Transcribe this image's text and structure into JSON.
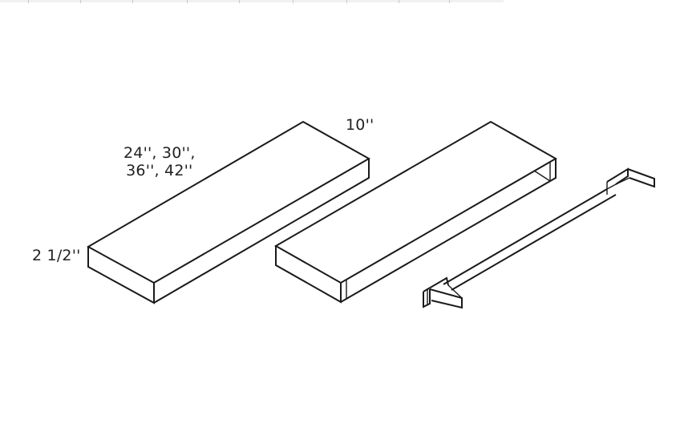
{
  "diagram": {
    "type": "isometric product line drawing",
    "subject": "floating wall shelf kit",
    "stroke_color": "#1a1a1a",
    "background": "#ffffff",
    "components": [
      {
        "id": "shelf-assembled",
        "description": "Closed shelf box, isometric view"
      },
      {
        "id": "shelf-sleeve",
        "description": "Shelf shell with open end showing hollow interior"
      },
      {
        "id": "mounting-bracket",
        "description": "Long rail bracket with angled end flanges"
      }
    ],
    "dimensions": {
      "length": {
        "line1": "24'', 30'',",
        "line2": "36'', 42''"
      },
      "depth": "10''",
      "height": "2 1/2''"
    }
  }
}
